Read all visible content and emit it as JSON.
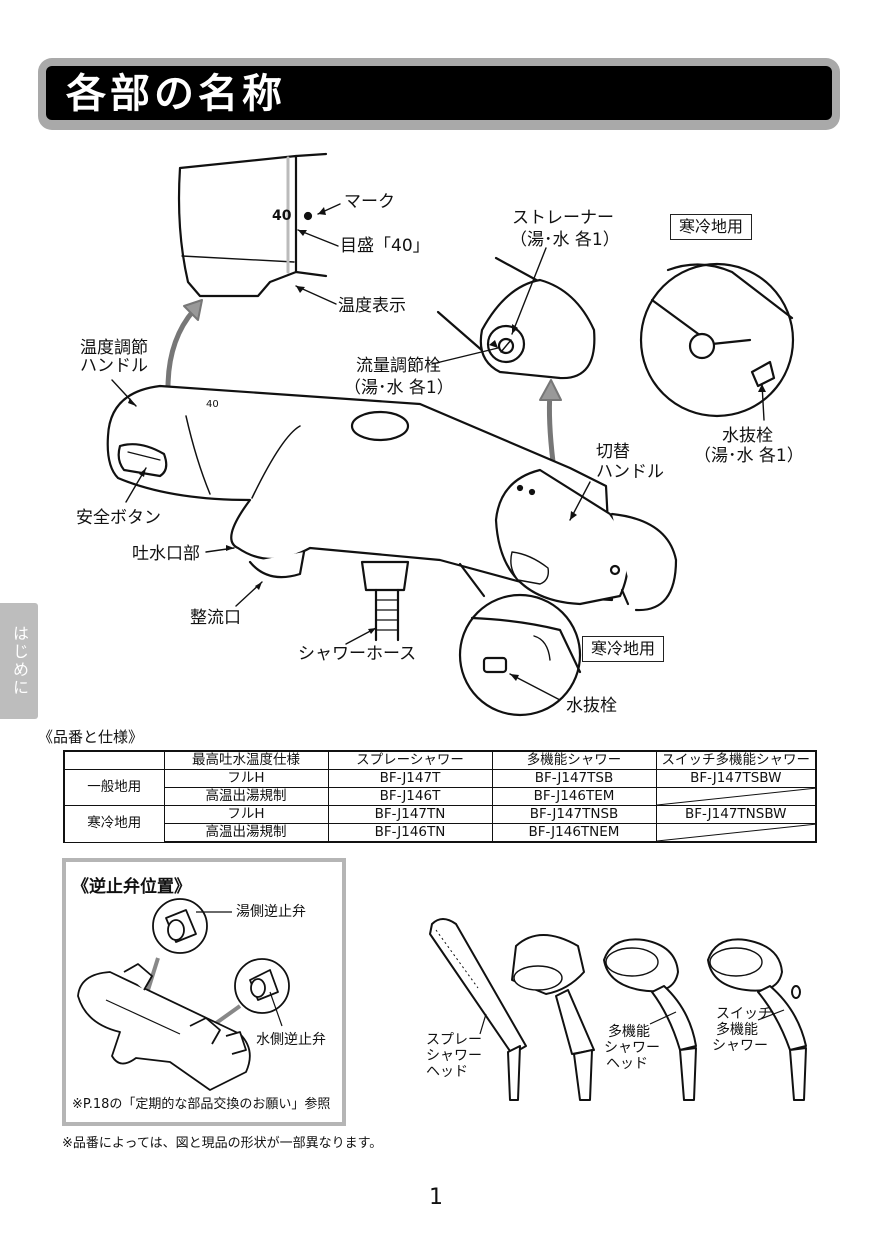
{
  "header": {
    "title": "各部の名称"
  },
  "side_tab": {
    "label": "はじめに"
  },
  "callouts": {
    "mark": "マーク",
    "scale_40": "目盛「40」",
    "scale_number": "40",
    "temp_display": "温度表示",
    "strainer_line1": "ストレーナー",
    "strainer_line2": "（湯･水 各1）",
    "cold_area_top": "寒冷地用",
    "flow_valve_line1": "流量調節栓",
    "flow_valve_line2": "（湯･水 各1）",
    "drain_plug_line1": "水抜栓",
    "drain_plug_line2": "（湯･水 各1）",
    "temp_handle_line1": "温度調節",
    "temp_handle_line2": "ハンドル",
    "switch_handle_line1": "切替",
    "switch_handle_line2": "ハンドル",
    "safety_button": "安全ボタン",
    "spout": "吐水口部",
    "aerator": "整流口",
    "shower_hose": "シャワーホース",
    "cold_area_bottom": "寒冷地用",
    "drain_plug": "水抜栓",
    "handle_scale_number": "40"
  },
  "spec": {
    "heading": "《品番と仕様》",
    "columns": [
      "",
      "最高吐水温度仕様",
      "スプレーシャワー",
      "多機能シャワー",
      "スイッチ多機能シャワー"
    ],
    "groups": [
      {
        "label": "一般地用",
        "rows": [
          [
            "フルH",
            "BF-J147T",
            "BF-J147TSB",
            "BF-J147TSBW"
          ],
          [
            "高温出湯規制",
            "BF-J146T",
            "BF-J146TEM",
            ""
          ]
        ]
      },
      {
        "label": "寒冷地用",
        "rows": [
          [
            "フルH",
            "BF-J147TN",
            "BF-J147TNSB",
            "BF-J147TNSBW"
          ],
          [
            "高温出湯規制",
            "BF-J146TN",
            "BF-J146TNEM",
            ""
          ]
        ]
      }
    ]
  },
  "check_valve": {
    "title": "《逆止弁位置》",
    "hot_label": "湯側逆止弁",
    "cold_label": "水側逆止弁",
    "note": "※P.18の「定期的な部品交換のお願い」参照"
  },
  "shower_heads": {
    "spray_line1": "スプレー",
    "spray_line2": "シャワー",
    "spray_line3": "ヘッド",
    "multi_line1": "多機能",
    "multi_line2": "シャワー",
    "multi_line3": "ヘッド",
    "switch_line1": "スイッチ",
    "switch_line2": "多機能",
    "switch_line3": "シャワー"
  },
  "footnote": "※品番によっては、図と現品の形状が一部異なります。",
  "page_number": "1"
}
